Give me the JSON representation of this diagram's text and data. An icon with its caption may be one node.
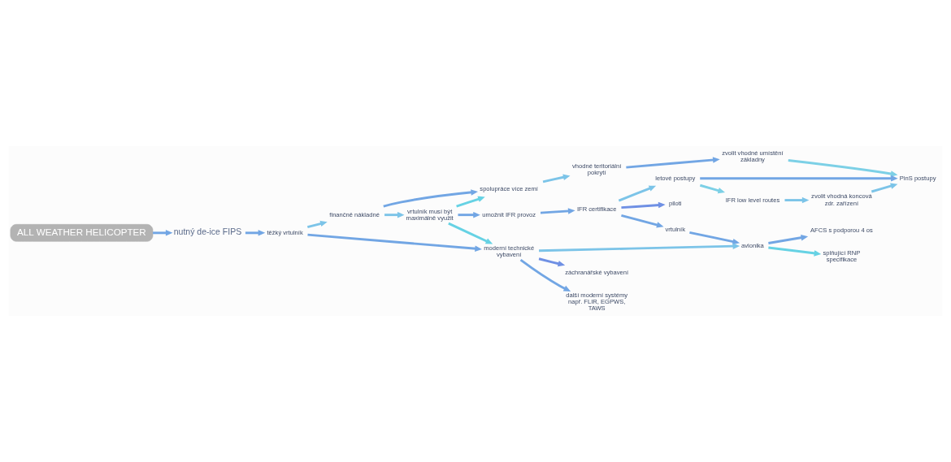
{
  "diagram": {
    "nodes": [
      {
        "text": [
          "ALL WEATHER HELICOPTER"
        ]
      },
      {
        "text": [
          "nutný de-ice FIPS"
        ]
      },
      {
        "text": [
          "těžký vrtulník"
        ]
      },
      {
        "text": [
          "finančně nákladné"
        ]
      },
      {
        "text": [
          "spolupráce více zemí"
        ]
      },
      {
        "text": [
          "vhodné teritoriální pokrytí"
        ]
      },
      {
        "text": [
          "zvolit vhodné umístění základny"
        ]
      },
      {
        "text": [
          "PinS postupy"
        ]
      },
      {
        "text": [
          "vrtulník musí být maximálně využit"
        ]
      },
      {
        "text": [
          "umožnit IFR provoz"
        ]
      },
      {
        "text": [
          "IFR certifikace"
        ]
      },
      {
        "text": [
          "letové postupy"
        ]
      },
      {
        "text": [
          "IFR low level routes"
        ]
      },
      {
        "text": [
          "zvolit vhodná koncová zdr. zařízení"
        ]
      },
      {
        "text": [
          "piloti"
        ]
      },
      {
        "text": [
          "vrtulník"
        ]
      },
      {
        "text": [
          "avionika"
        ]
      },
      {
        "text": [
          "AFCS s podporou 4 os"
        ]
      },
      {
        "text": [
          "splňující RNP specifikace"
        ]
      },
      {
        "text": [
          "moderní technické vybavení"
        ]
      },
      {
        "text": [
          "záchranářské vybavení"
        ]
      },
      {
        "text": [
          "další moderní systémy např. FLIR, EGPWS, TAWS"
        ]
      }
    ],
    "edges": [
      {
        "from": 0,
        "to": 1,
        "arrow": "to"
      },
      {
        "from": 1,
        "to": 2,
        "arrow": "to"
      },
      {
        "from": 2,
        "to": 3,
        "arrow": "to",
        "color": "#7cc4e8"
      },
      {
        "from": 2,
        "to": 19,
        "arrow": "to"
      },
      {
        "from": 3,
        "to": 4,
        "arrow": "to"
      },
      {
        "from": 3,
        "to": 8,
        "arrow": "to",
        "color": "#7cc4e8"
      },
      {
        "from": 4,
        "to": 5,
        "arrow": "to",
        "color": "#7cc4e8"
      },
      {
        "from": 5,
        "to": 6,
        "arrow": "to"
      },
      {
        "from": 6,
        "to": 7,
        "arrow": "to",
        "color": "#7cd0e6"
      },
      {
        "from": 8,
        "to": 4,
        "arrow": "to",
        "color": "#66d2e4"
      },
      {
        "from": 8,
        "to": 9,
        "arrow": "to"
      },
      {
        "from": 8,
        "to": 19,
        "arrow": "to",
        "color": "#66d2e4"
      },
      {
        "from": 9,
        "to": 10,
        "arrow": "to"
      },
      {
        "from": 10,
        "to": 11,
        "arrow": "to",
        "color": "#7cc4e8"
      },
      {
        "from": 10,
        "to": 14,
        "arrow": "to",
        "color": "#6f90e4"
      },
      {
        "from": 10,
        "to": 15,
        "arrow": "to"
      },
      {
        "from": 11,
        "to": 7,
        "arrow": "to"
      },
      {
        "from": 11,
        "to": 12,
        "arrow": "to",
        "color": "#7cd0e6"
      },
      {
        "from": 12,
        "to": 13,
        "arrow": "to",
        "color": "#7cc4e8"
      },
      {
        "from": 13,
        "to": 7,
        "arrow": "to",
        "color": "#7cc4e8"
      },
      {
        "from": 15,
        "to": 16,
        "arrow": "to"
      },
      {
        "from": 19,
        "to": 16,
        "arrow": "to",
        "color": "#7cc4e8"
      },
      {
        "from": 16,
        "to": 17,
        "arrow": "to"
      },
      {
        "from": 16,
        "to": 18,
        "arrow": "to",
        "color": "#66d2e4"
      },
      {
        "from": 19,
        "to": 20,
        "arrow": "to",
        "color": "#6f90e4"
      },
      {
        "from": 19,
        "to": 21,
        "arrow": "to"
      }
    ]
  }
}
